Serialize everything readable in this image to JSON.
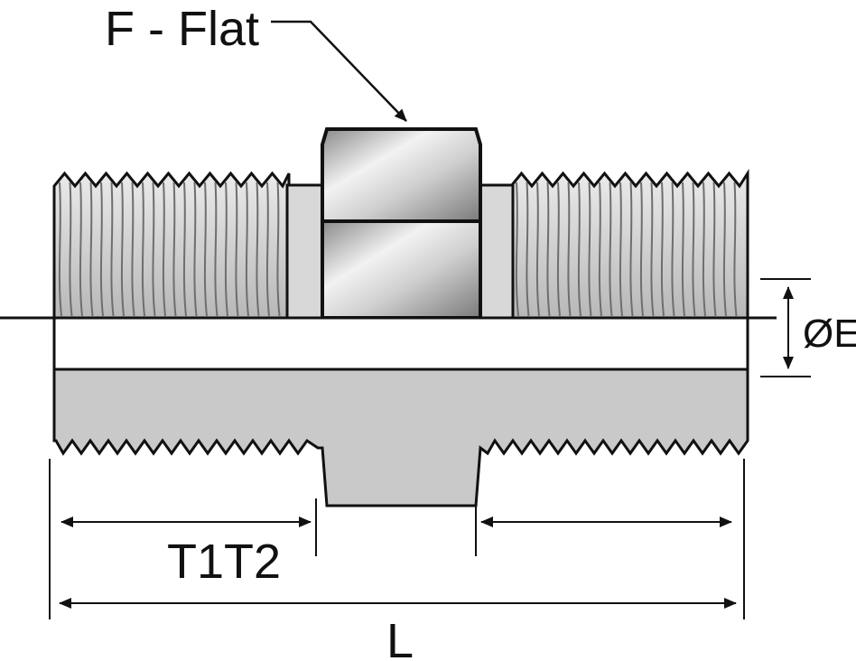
{
  "labels": {
    "flat": "F - Flat",
    "diameter": "ØE",
    "thread_length": "T1T2",
    "overall_length": "L"
  },
  "colors": {
    "outline": "#111111",
    "body_fill": "#c9c9c9",
    "thread_light": "#e6e6e6",
    "thread_dark": "#6e6e6e",
    "background": "#ffffff"
  }
}
